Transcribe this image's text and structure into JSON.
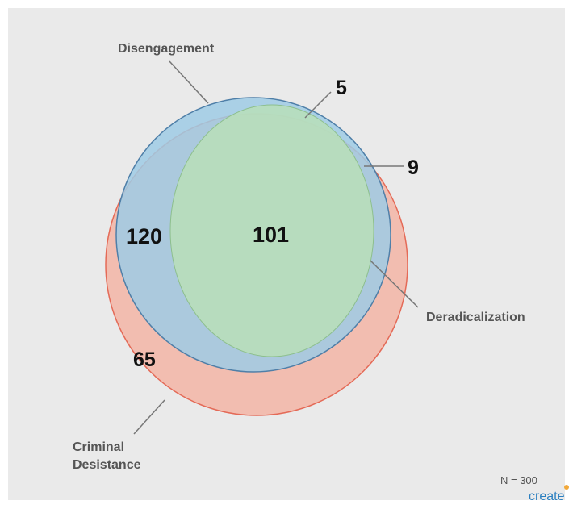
{
  "diagram": {
    "type": "venn",
    "sets": [
      {
        "name": "Disengagement",
        "color": "#a9cfe4"
      },
      {
        "name": "Deradicalization",
        "color": "#b7dcb6"
      },
      {
        "name": "Criminal Desistance",
        "color": "#f2b6a6"
      }
    ],
    "labels": {
      "disengagement": "Disengagement",
      "deradicalization": "Deradicalization",
      "criminal_line1": "Criminal",
      "criminal_line2": "Desistance"
    },
    "regions": {
      "disengagement_deradicalization_only": "5",
      "disengagement_only": "9",
      "disengagement_and_criminal": "120",
      "all_three": "101",
      "criminal_only": "65"
    },
    "sample_note": "N = 300",
    "brand": "create"
  }
}
